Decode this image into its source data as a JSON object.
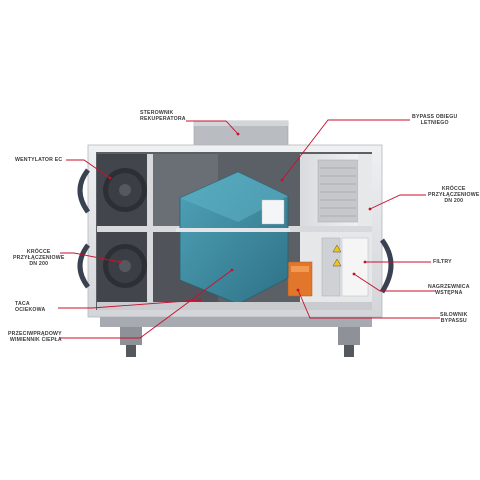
{
  "colors": {
    "accent": "#c8102e",
    "exchanger": "#3d8da3",
    "frame": "#dcdde0",
    "panel": "#f1f2f4",
    "label_text": "#3a3a3a",
    "damper_orange": "#e2762b"
  },
  "labels": {
    "sterownik": [
      "STEROWNIK",
      "REKUPERATORA"
    ],
    "bypass": [
      "BYPASS OBIEGU",
      "LETNIEGO"
    ],
    "wentylator": [
      "WENTYLATOR EC"
    ],
    "krocce_right": [
      "KRÓCCE",
      "PRZYŁĄCZENIOWE",
      "DN 200"
    ],
    "krocce_left": [
      "KRÓCCE",
      "PRZYŁĄCZENIOWE",
      "DN 200"
    ],
    "filtry": [
      "FILTRY"
    ],
    "nagrzewnica": [
      "NAGRZEWNICA",
      "WSTĘPNA"
    ],
    "taca": [
      "TACA",
      "OCIEKOWA"
    ],
    "silownik": [
      "SIŁOWNIK",
      "BYPASSU"
    ],
    "wymiennik": [
      "PRZECIWPRĄDOWY",
      "WIMIENNIK CIEPŁA"
    ]
  }
}
